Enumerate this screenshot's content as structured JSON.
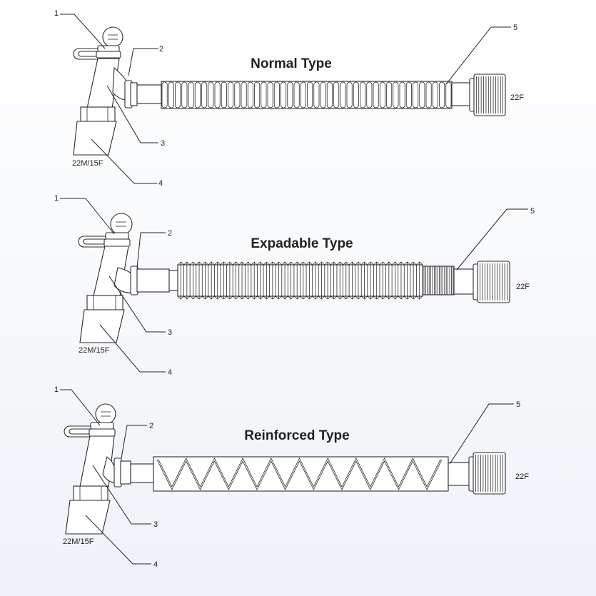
{
  "diagrams": [
    {
      "title": "Normal Type",
      "tube": "normal",
      "callouts": [
        "1",
        "2",
        "3",
        "4",
        "5"
      ],
      "left_label": "22M/15F",
      "right_label": "22F"
    },
    {
      "title": "Expadable Type",
      "tube": "expandable",
      "callouts": [
        "1",
        "2",
        "3",
        "4",
        "5"
      ],
      "left_label": "22M/15F",
      "right_label": "22F"
    },
    {
      "title": "Reinforced Type",
      "tube": "reinforced",
      "callouts": [
        "1",
        "2",
        "3",
        "4",
        "5"
      ],
      "left_label": "22M/15F",
      "right_label": "22F"
    }
  ],
  "colors": {
    "stroke": "#2b2b2b",
    "text": "#222222",
    "background_top": "#ffffff",
    "background_bottom": "#eef2f7"
  }
}
